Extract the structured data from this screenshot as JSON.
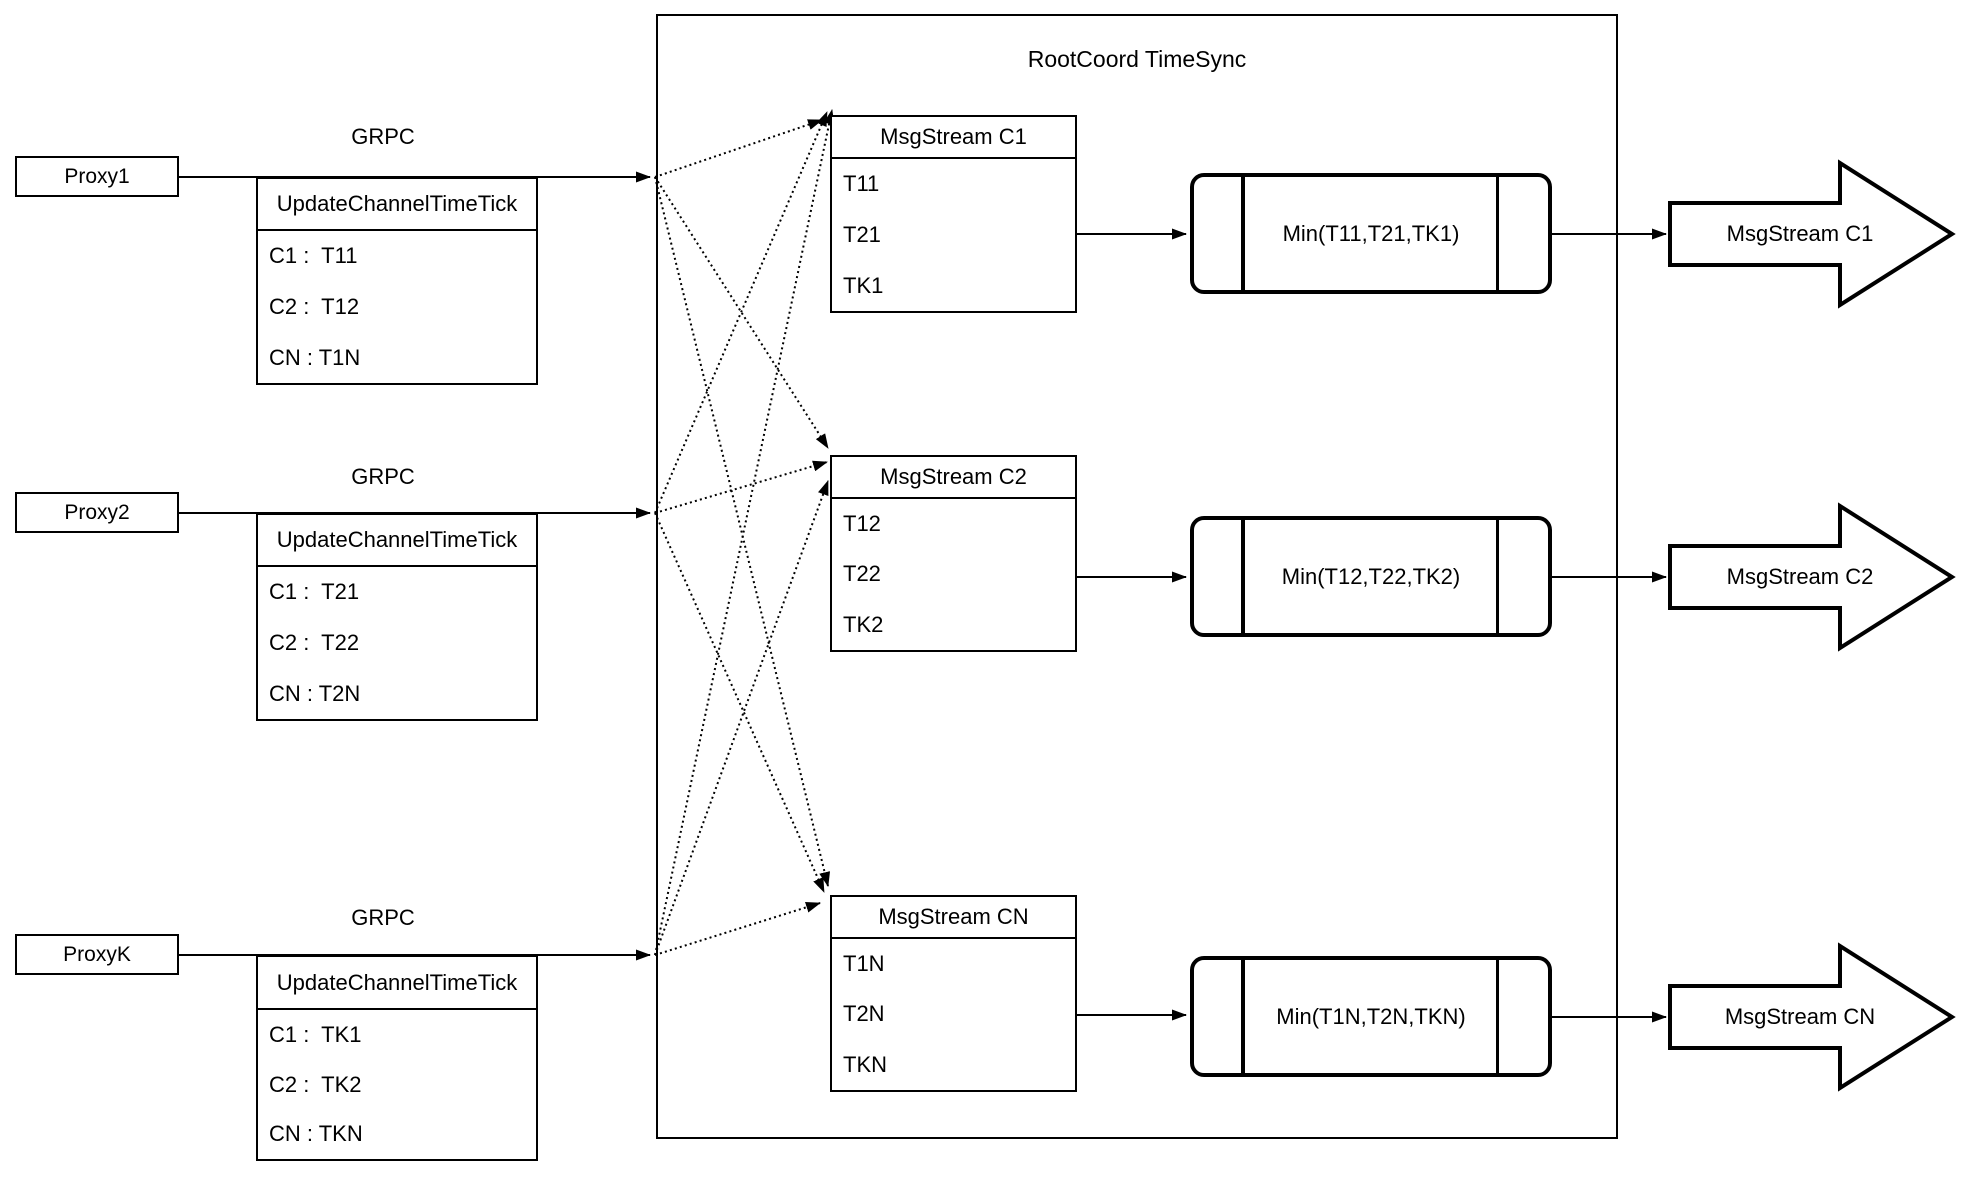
{
  "title": "RootCoord TimeSync",
  "proxies": [
    {
      "name": "Proxy1",
      "grpc_label": "GRPC",
      "message": {
        "header": "UpdateChannelTimeTick",
        "rows": [
          "C1 :  T11",
          "C2 :  T12",
          "CN : T1N"
        ]
      }
    },
    {
      "name": "Proxy2",
      "grpc_label": "GRPC",
      "message": {
        "header": "UpdateChannelTimeTick",
        "rows": [
          "C1 :  T21",
          "C2 :  T22",
          "CN : T2N"
        ]
      }
    },
    {
      "name": "ProxyK",
      "grpc_label": "GRPC",
      "message": {
        "header": "UpdateChannelTimeTick",
        "rows": [
          "C1 :  TK1",
          "C2 :  TK2",
          "CN : TKN"
        ]
      }
    }
  ],
  "streams": [
    {
      "header": "MsgStream C1",
      "ticks": [
        "T11",
        "T21",
        "TK1"
      ],
      "min_label": "Min(T11,T21,TK1)",
      "output_label": "MsgStream C1"
    },
    {
      "header": "MsgStream C2",
      "ticks": [
        "T12",
        "T22",
        "TK2"
      ],
      "min_label": "Min(T12,T22,TK2)",
      "output_label": "MsgStream C2"
    },
    {
      "header": "MsgStream CN",
      "ticks": [
        "T1N",
        "T2N",
        "TKN"
      ],
      "min_label": "Min(T1N,T2N,TKN)",
      "output_label": "MsgStream CN"
    }
  ],
  "colors": {
    "stroke": "#000000",
    "background": "#ffffff"
  }
}
